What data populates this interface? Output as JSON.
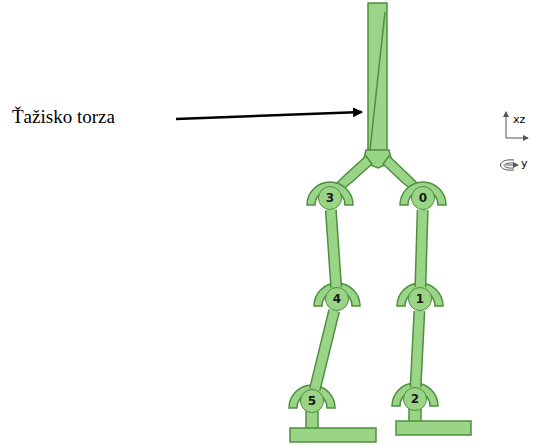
{
  "diagram": {
    "nodes": [
      {
        "text": [
          "3"
        ]
      },
      {
        "text": [
          "0"
        ]
      },
      {
        "text": [
          "4"
        ]
      },
      {
        "text": [
          "1"
        ]
      },
      {
        "text": [
          "5"
        ]
      },
      {
        "text": [
          "2"
        ]
      }
    ],
    "edges": [
      {
        "from": 0,
        "to": 2,
        "arrow": "none"
      },
      {
        "from": 2,
        "to": 4,
        "arrow": "none"
      },
      {
        "from": 1,
        "to": 3,
        "arrow": "none"
      },
      {
        "from": 3,
        "to": 5,
        "arrow": "none"
      }
    ],
    "labels": [
      "Ťažisko torza",
      "xz",
      "y"
    ]
  }
}
